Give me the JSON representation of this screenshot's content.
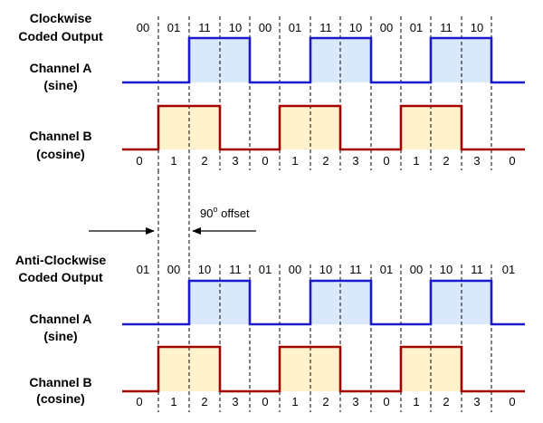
{
  "sections": {
    "clockwise": {
      "title_line1": "Clockwise",
      "title_line2": "Coded Output",
      "channel_a_line1": "Channel A",
      "channel_a_line2": "(sine)",
      "channel_b_line1": "Channel B",
      "channel_b_line2": "(cosine)",
      "codes": [
        "00",
        "01",
        "11",
        "10",
        "00",
        "01",
        "11",
        "10",
        "00",
        "01",
        "11",
        "10"
      ],
      "states": [
        "0",
        "1",
        "2",
        "3",
        "0",
        "1",
        "2",
        "3",
        "0",
        "1",
        "2",
        "3",
        "0"
      ]
    },
    "anticlockwise": {
      "title_line1": "Anti-Clockwise",
      "title_line2": "Coded Output",
      "channel_a_line1": "Channel A",
      "channel_a_line2": "(sine)",
      "channel_b_line1": "Channel B",
      "channel_b_line2": "(cosine)",
      "codes": [
        "01",
        "00",
        "10",
        "11",
        "01",
        "00",
        "10",
        "11",
        "01",
        "00",
        "10",
        "11",
        "01"
      ],
      "states": [
        "0",
        "1",
        "2",
        "3",
        "0",
        "1",
        "2",
        "3",
        "0",
        "1",
        "2",
        "3",
        "0"
      ]
    }
  },
  "offset_note": {
    "value": "90",
    "superscript": "o",
    "suffix": " offset"
  },
  "colors": {
    "channel_a_line": "#1a1acc",
    "channel_a_fill": "#dae8fc",
    "channel_b_line": "#a50000",
    "channel_b_fill": "#fff2cc",
    "divider": "#000000",
    "arrow": "#000000"
  }
}
